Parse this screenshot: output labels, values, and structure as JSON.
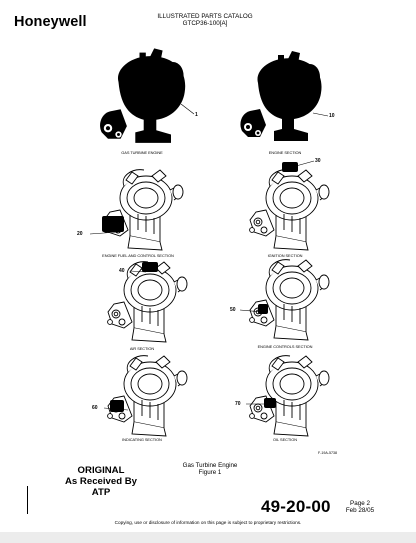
{
  "header": {
    "logo_text": "Honeywell",
    "title_line1": "ILLUSTRATED PARTS CATALOG",
    "title_line2": "GTCP36-100[A]"
  },
  "figures": [
    {
      "id": "gas-turbine-engine",
      "caption": "GAS TURBINE ENGINE",
      "item": "1",
      "style": "solid"
    },
    {
      "id": "engine-section",
      "caption": "ENGINE SECTION",
      "item": "10",
      "style": "solid"
    },
    {
      "id": "engine-fuel-control",
      "caption": "ENGINE FUEL AND CONTROL SECTION",
      "item": "20",
      "style": "outline"
    },
    {
      "id": "ignition-section",
      "caption": "IGNITION SECTION",
      "item": "30",
      "style": "outline"
    },
    {
      "id": "air-section",
      "caption": "AIR SECTION",
      "item": "40",
      "style": "outline"
    },
    {
      "id": "engine-controls",
      "caption": "ENGINE CONTROLS SECTION",
      "item": "50",
      "style": "outline"
    },
    {
      "id": "indicating-section",
      "caption": "INDICATING SECTION",
      "item": "60",
      "style": "outline"
    },
    {
      "id": "oil-section",
      "caption": "OIL SECTION",
      "item": "70",
      "style": "outline"
    }
  ],
  "figure_ref": "F-19A-5738",
  "stamp": {
    "line1": "ORIGINAL",
    "line2": "As Received By",
    "line3": "ATP"
  },
  "figure_title": {
    "line1": "Gas Turbine Engine",
    "line2": "Figure 1"
  },
  "doc_number": "49-20-00",
  "page_info": {
    "page": "Page 2",
    "date": "Feb 28/05"
  },
  "footer_text": "Copying, use or disclosure of information on this page is subject to proprietary restrictions."
}
